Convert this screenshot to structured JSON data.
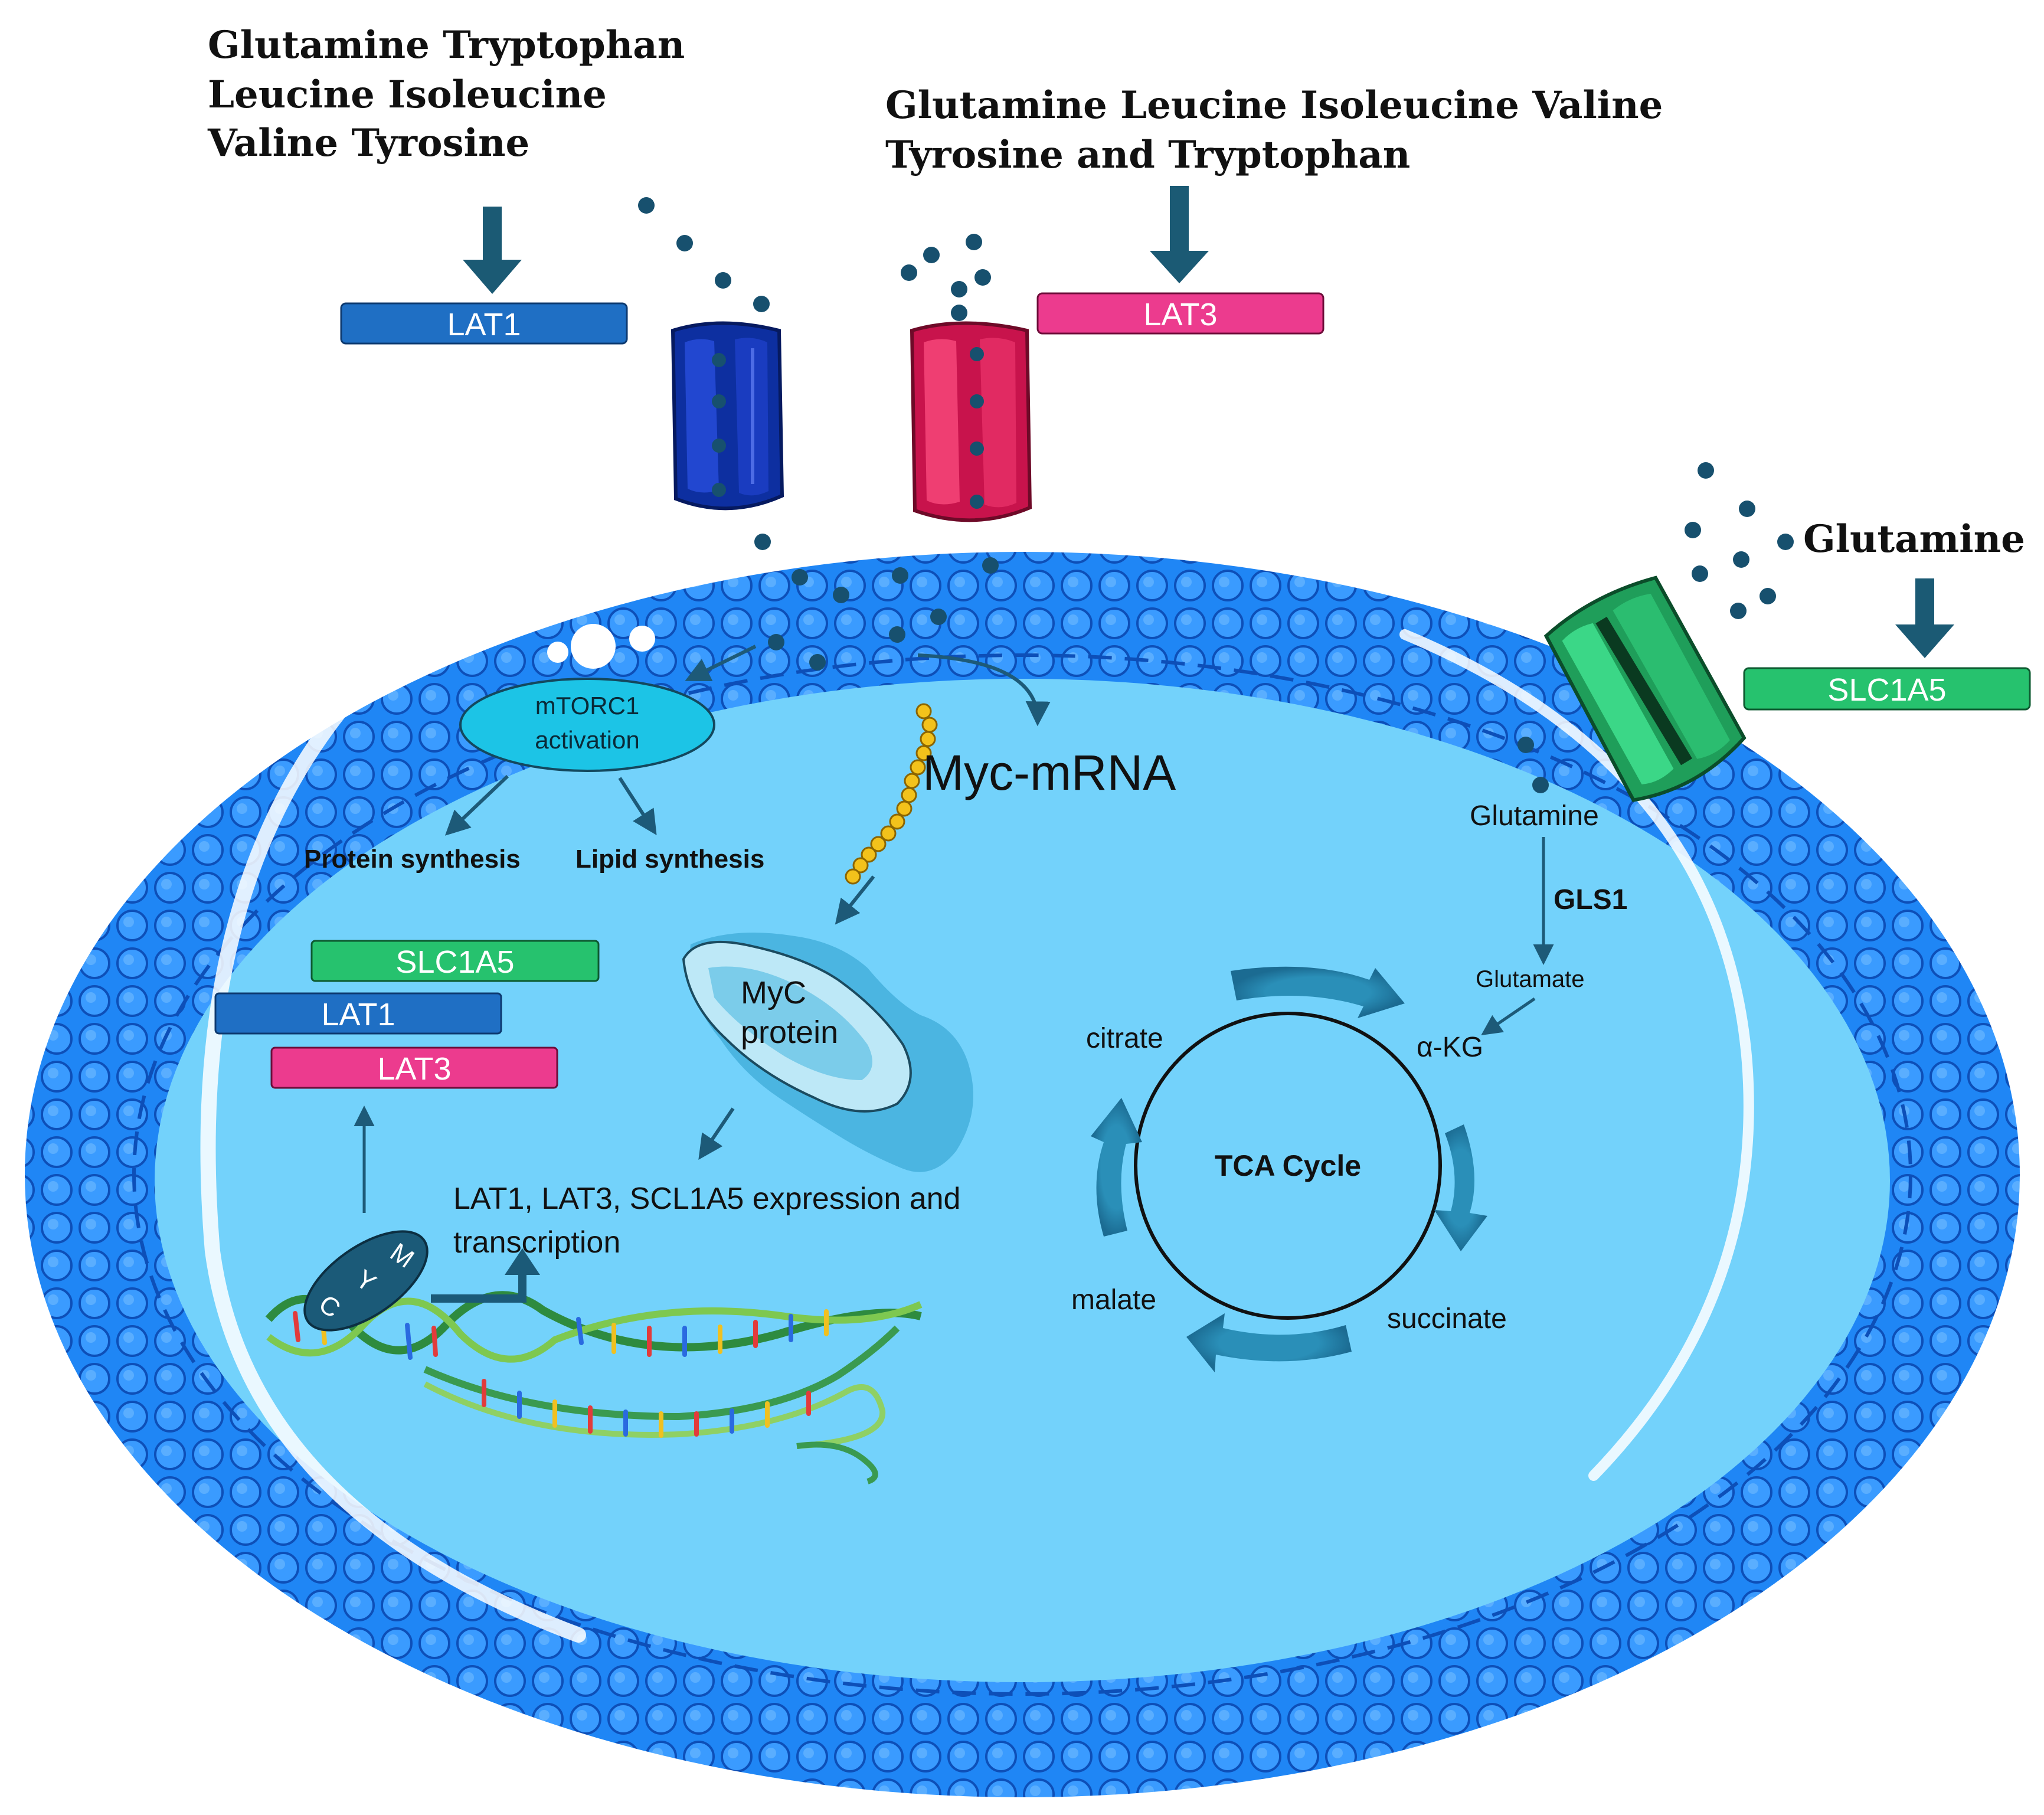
{
  "extracellular": {
    "lat1_substrates": [
      "Glutamine Tryptophan",
      "Leucine Isoleucine",
      "Valine Tyrosine"
    ],
    "lat3_substrates": [
      "Glutamine Leucine Isoleucine Valine",
      "Tyrosine and Tryptophan"
    ],
    "slc1a5_substrate": "Glutamine"
  },
  "transporters": {
    "lat1": "LAT1",
    "lat3": "LAT3",
    "slc1a5": "SLC1A5"
  },
  "signaling": {
    "mtorc1": [
      "mTORC1",
      "activation"
    ],
    "protein_synthesis": "Protein synthesis",
    "lipid_synthesis": "Lipid synthesis",
    "myc_mrna": "Myc-mRNA",
    "myc_protein": [
      "MyC",
      "protein"
    ],
    "expression_text": [
      "LAT1, LAT3, SCL1A5 expression and",
      "transcription"
    ],
    "myc_letters": [
      "M",
      "Y",
      "C"
    ]
  },
  "expressed_boxes": {
    "slc1a5": "SLC1A5",
    "lat1": "LAT1",
    "lat3": "LAT3"
  },
  "metabolism": {
    "glutamine": "Glutamine",
    "enzyme": "GLS1",
    "glutamate": "Glutamate",
    "akg": "α-KG",
    "tca": "TCA Cycle",
    "citrate": "citrate",
    "succinate": "succinate",
    "malate": "malate"
  },
  "colors": {
    "membrane": "#1c7ef2",
    "cytoplasm": "#73d2fb",
    "lat1": "#1f6fc4",
    "lat3": "#ec3b8e",
    "slc1a5": "#26c26e",
    "metabolite": "#17506e",
    "arrow": "#1d5a78"
  }
}
